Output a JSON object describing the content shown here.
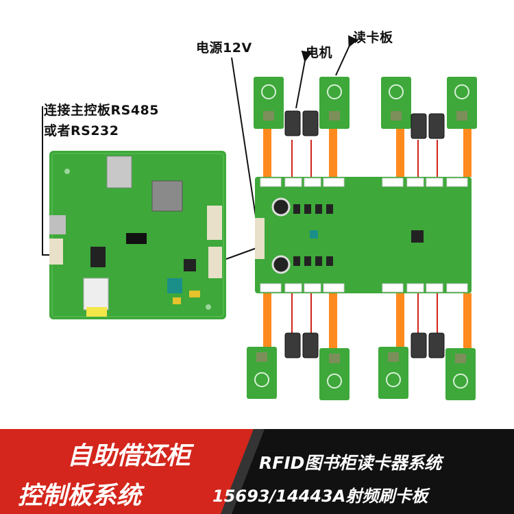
{
  "labels": {
    "connect_line1": "连接主控板RS485",
    "connect_line2": "或者RS232",
    "power": "电源12V",
    "motor": "电机",
    "reader": "读卡板"
  },
  "banner": {
    "left_line1": "自助借还柜",
    "left_line2": "控制板系统",
    "right_line1": "RFID图书柜读卡器系统",
    "right_line2": "15693/14443A射频刷卡板"
  },
  "colors": {
    "pcb_green": "#3ea83a",
    "banner_red": "#d4261c",
    "banner_black": "#111111",
    "ribbon_orange": "#ff8a1e"
  }
}
